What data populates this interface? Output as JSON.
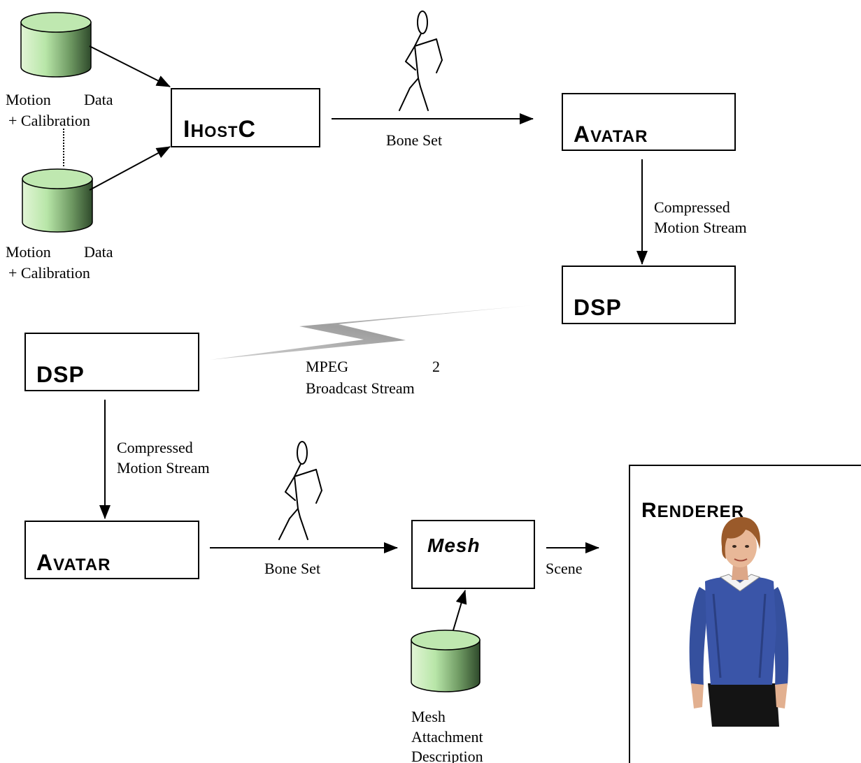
{
  "motion_data_1": {
    "line1_a": "Motion",
    "line1_b": "Data",
    "line2": "+ Calibration"
  },
  "motion_data_2": {
    "line1_a": "Motion",
    "line1_b": "Data",
    "line2": "+ Calibration"
  },
  "ihostc": {
    "big1": "I",
    "small1": "H",
    "small2": "OST",
    "big2": "C"
  },
  "avatar_top": {
    "big": "A",
    "small": "VATAR"
  },
  "dsp_top": {
    "label": "DSP"
  },
  "dsp_bottom": {
    "label": "DSP"
  },
  "avatar_bottom": {
    "big": "A",
    "small": "VATAR"
  },
  "mesh": {
    "label": "Mesh"
  },
  "renderer": {
    "big": "R",
    "small": "ENDERER"
  },
  "bone_set_top": "Bone Set",
  "bone_set_bottom": "Bone Set",
  "compressed_top": {
    "line1": "Compressed",
    "line2": "Motion Stream"
  },
  "compressed_bottom": {
    "line1": "Compressed",
    "line2": "Motion Stream"
  },
  "broadcast": {
    "line1_a": "MPEG",
    "line1_b": "2",
    "line2": "Broadcast Stream"
  },
  "scene": "Scene",
  "mesh_attachment": {
    "line1": "Mesh",
    "line2": "Attachment",
    "line3": "Description"
  },
  "colors": {
    "cylinder_light": "#e2f5d6",
    "cylinder_mid": "#9fd58f",
    "cylinder_dark": "#3a5a33",
    "sweater": "#3a55a8",
    "hair": "#9a5a2a",
    "skin": "#e8b898",
    "skirt": "#141414"
  }
}
